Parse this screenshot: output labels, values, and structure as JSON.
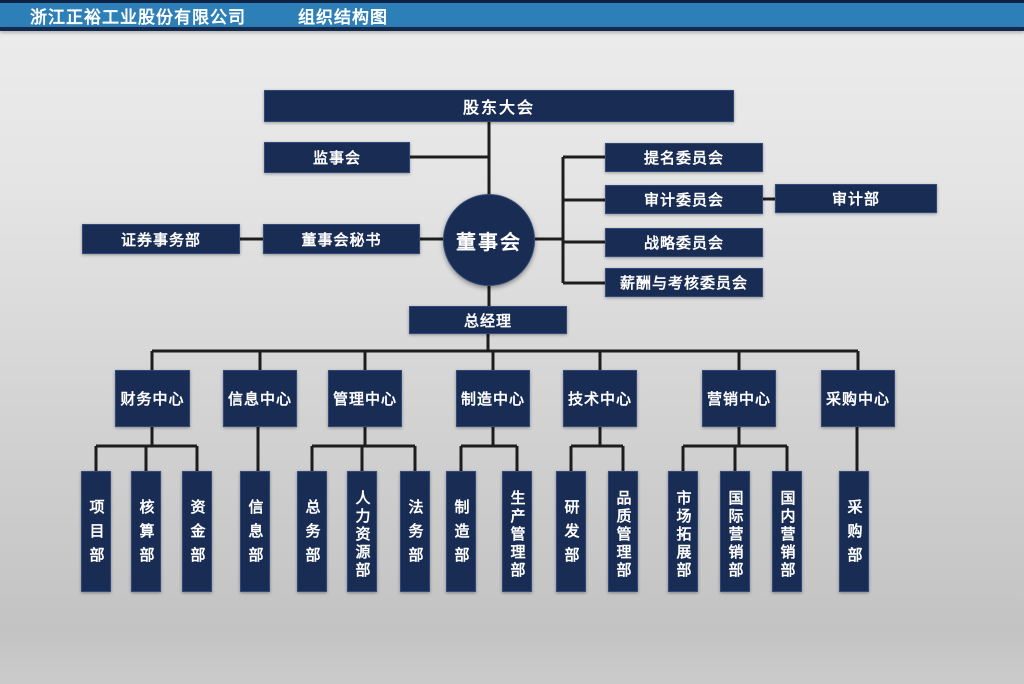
{
  "header": {
    "company": "浙江正裕工业股份有限公司",
    "title": "组织结构图"
  },
  "org": {
    "shareholders": "股东大会",
    "supervisory_board": "监事会",
    "board": "董事会",
    "board_secretary": "董事会秘书",
    "securities_dept": "证券事务部",
    "committees": [
      "提名委员会",
      "审计委员会",
      "战略委员会",
      "薪酬与考核委员会"
    ],
    "audit_dept": "审计部",
    "general_manager": "总经理",
    "centers": [
      {
        "label": "财务中心",
        "departments": [
          "项目部",
          "核算部",
          "资金部"
        ]
      },
      {
        "label": "信息中心",
        "departments": [
          "信息部"
        ]
      },
      {
        "label": "管理中心",
        "departments": [
          "总务部",
          "人力资源部",
          "法务部"
        ]
      },
      {
        "label": "制造中心",
        "departments": [
          "制造部",
          "生产管理部"
        ]
      },
      {
        "label": "技术中心",
        "departments": [
          "研发部",
          "品质管理部"
        ]
      },
      {
        "label": "营销中心",
        "departments": [
          "市场拓展部",
          "国际营销部",
          "国内营销部"
        ]
      },
      {
        "label": "采购中心",
        "departments": [
          "采购部"
        ]
      }
    ],
    "colors": {
      "node_fill": "#182c54",
      "node_border": "#31497a",
      "line": "#1d1d1d",
      "header_bar": "#2d7fb7",
      "header_edge": "#14294c",
      "background_top": "#ededed",
      "background_bottom": "#c3c3c3",
      "text": "#ffffff"
    }
  }
}
